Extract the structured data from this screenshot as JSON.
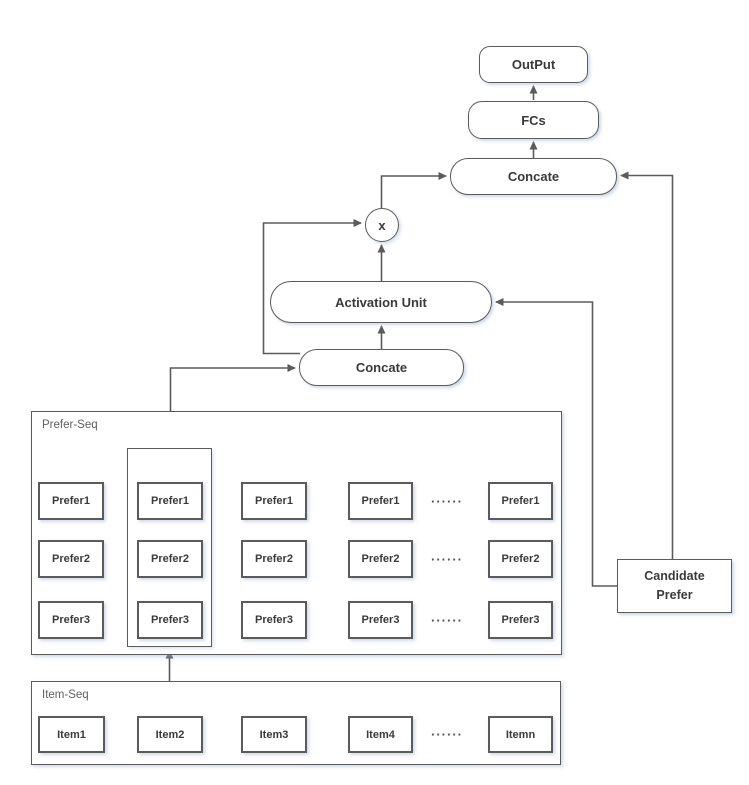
{
  "nodes": {
    "output": "OutPut",
    "fcs": "FCs",
    "concate_top": "Concate",
    "multiply": "x",
    "activation_unit": "Activation Unit",
    "concate_lower": "Concate",
    "candidate_prefer_line1": "Candidate",
    "candidate_prefer_line2": "Prefer"
  },
  "prefer_seq": {
    "label": "Prefer-Seq",
    "rows": [
      {
        "cells": [
          "Prefer1",
          "Prefer1",
          "Prefer1",
          "Prefer1",
          "Prefer1"
        ],
        "ellipsis": "······"
      },
      {
        "cells": [
          "Prefer2",
          "Prefer2",
          "Prefer2",
          "Prefer2",
          "Prefer2"
        ],
        "ellipsis": "······"
      },
      {
        "cells": [
          "Prefer3",
          "Prefer3",
          "Prefer3",
          "Prefer3",
          "Prefer3"
        ],
        "ellipsis": "······"
      }
    ]
  },
  "item_seq": {
    "label": "Item-Seq",
    "cells": [
      "Item1",
      "Item2",
      "Item3",
      "Item4",
      "Itemn"
    ],
    "ellipsis": "······"
  },
  "colors": {
    "stroke": "#5b5b5b",
    "box_text": "#3a3a3a",
    "container_label": "#5f5f5f",
    "background": "#ffffff"
  }
}
